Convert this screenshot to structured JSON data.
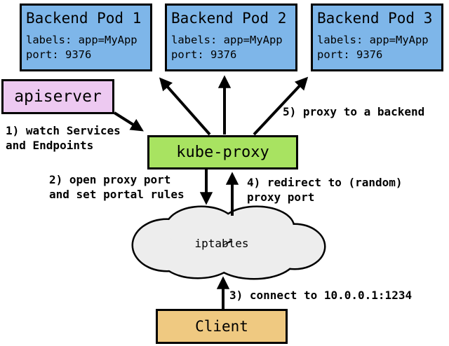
{
  "pods": [
    {
      "title": "Backend Pod 1",
      "labels": "labels: app=MyApp",
      "port": "port: 9376"
    },
    {
      "title": "Backend Pod 2",
      "labels": "labels: app=MyApp",
      "port": "port: 9376"
    },
    {
      "title": "Backend Pod 3",
      "labels": "labels: app=MyApp",
      "port": "port: 9376"
    }
  ],
  "apiserver": {
    "label": "apiserver"
  },
  "kube_proxy": {
    "label": "kube-proxy"
  },
  "iptables": {
    "label": "iptables"
  },
  "client": {
    "label": "Client"
  },
  "notes": {
    "watch": "1) watch Services\nand Endpoints",
    "open": "2) open proxy port\nand set portal rules",
    "connect": "3) connect to 10.0.0.1:1234",
    "redirect": "4) redirect to (random)\nproxy port",
    "proxy": "5) proxy to a backend"
  },
  "colors": {
    "pod_fill": "#7EB6E9",
    "apiserver_fill": "#EDC9F1",
    "kube_proxy_fill": "#A8E361",
    "client_fill": "#EFC981",
    "cloud_fill": "#EDEDED",
    "line": "#000000",
    "background": "#FFFFFF"
  }
}
